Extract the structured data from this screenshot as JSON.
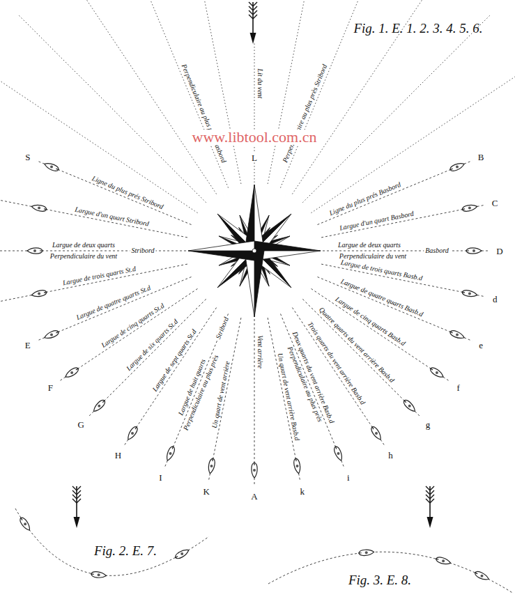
{
  "diagram": {
    "labels": [
      "Fig. 1. E. 1. 2. 3. 4. 5. 6.",
      "Lit du vent",
      "Perpendiculaire au plus près Basbord",
      "Perpendiculaire au plus près Stribord",
      "www.libtool.com.cn",
      "L",
      "S",
      "Ligne du plus prés Stribord",
      "Largue d'un quart Stribord",
      "Largue de deux quarts",
      "Perpendiculaire du vent",
      "Stribord",
      "Largue de trois quarts St.d",
      "Largue de quatre quarts St.d",
      "E",
      "Largue de cinq quarts St.d",
      "F",
      "Largue de six quarts St.d",
      "G",
      "Largue de sept quarts St.d",
      "H",
      "Largue de huit quarts",
      "Perpendiculaire au plus près",
      "Stribord",
      "I",
      "Un quart de vent arrière",
      "K",
      "Vent arrière",
      "A",
      "B",
      "Ligne du plus prés Basbord",
      "C",
      "Largue d'un quart Basbord",
      "Largue de deux quarts",
      "Perpendiculaire du vent",
      "Basbord",
      "D",
      "Largue de trois quarts Basb.d",
      "d",
      "Largue de quatre quarts Basb.d",
      "e",
      "Largue de cinq quarts Basb.d",
      "f",
      "Quatre quarts du vent arrière Basb.d",
      "g",
      "Trois quarts du vent arrière Basb.d",
      "h",
      "Deux quarts du vent arrière Basb.d",
      "Perpendiculaire au plus près",
      "i",
      "Un quart de vent arrière Basb.d",
      "k",
      "Fig. 2. E. 7.",
      "Fig. 3. E. 8."
    ]
  }
}
